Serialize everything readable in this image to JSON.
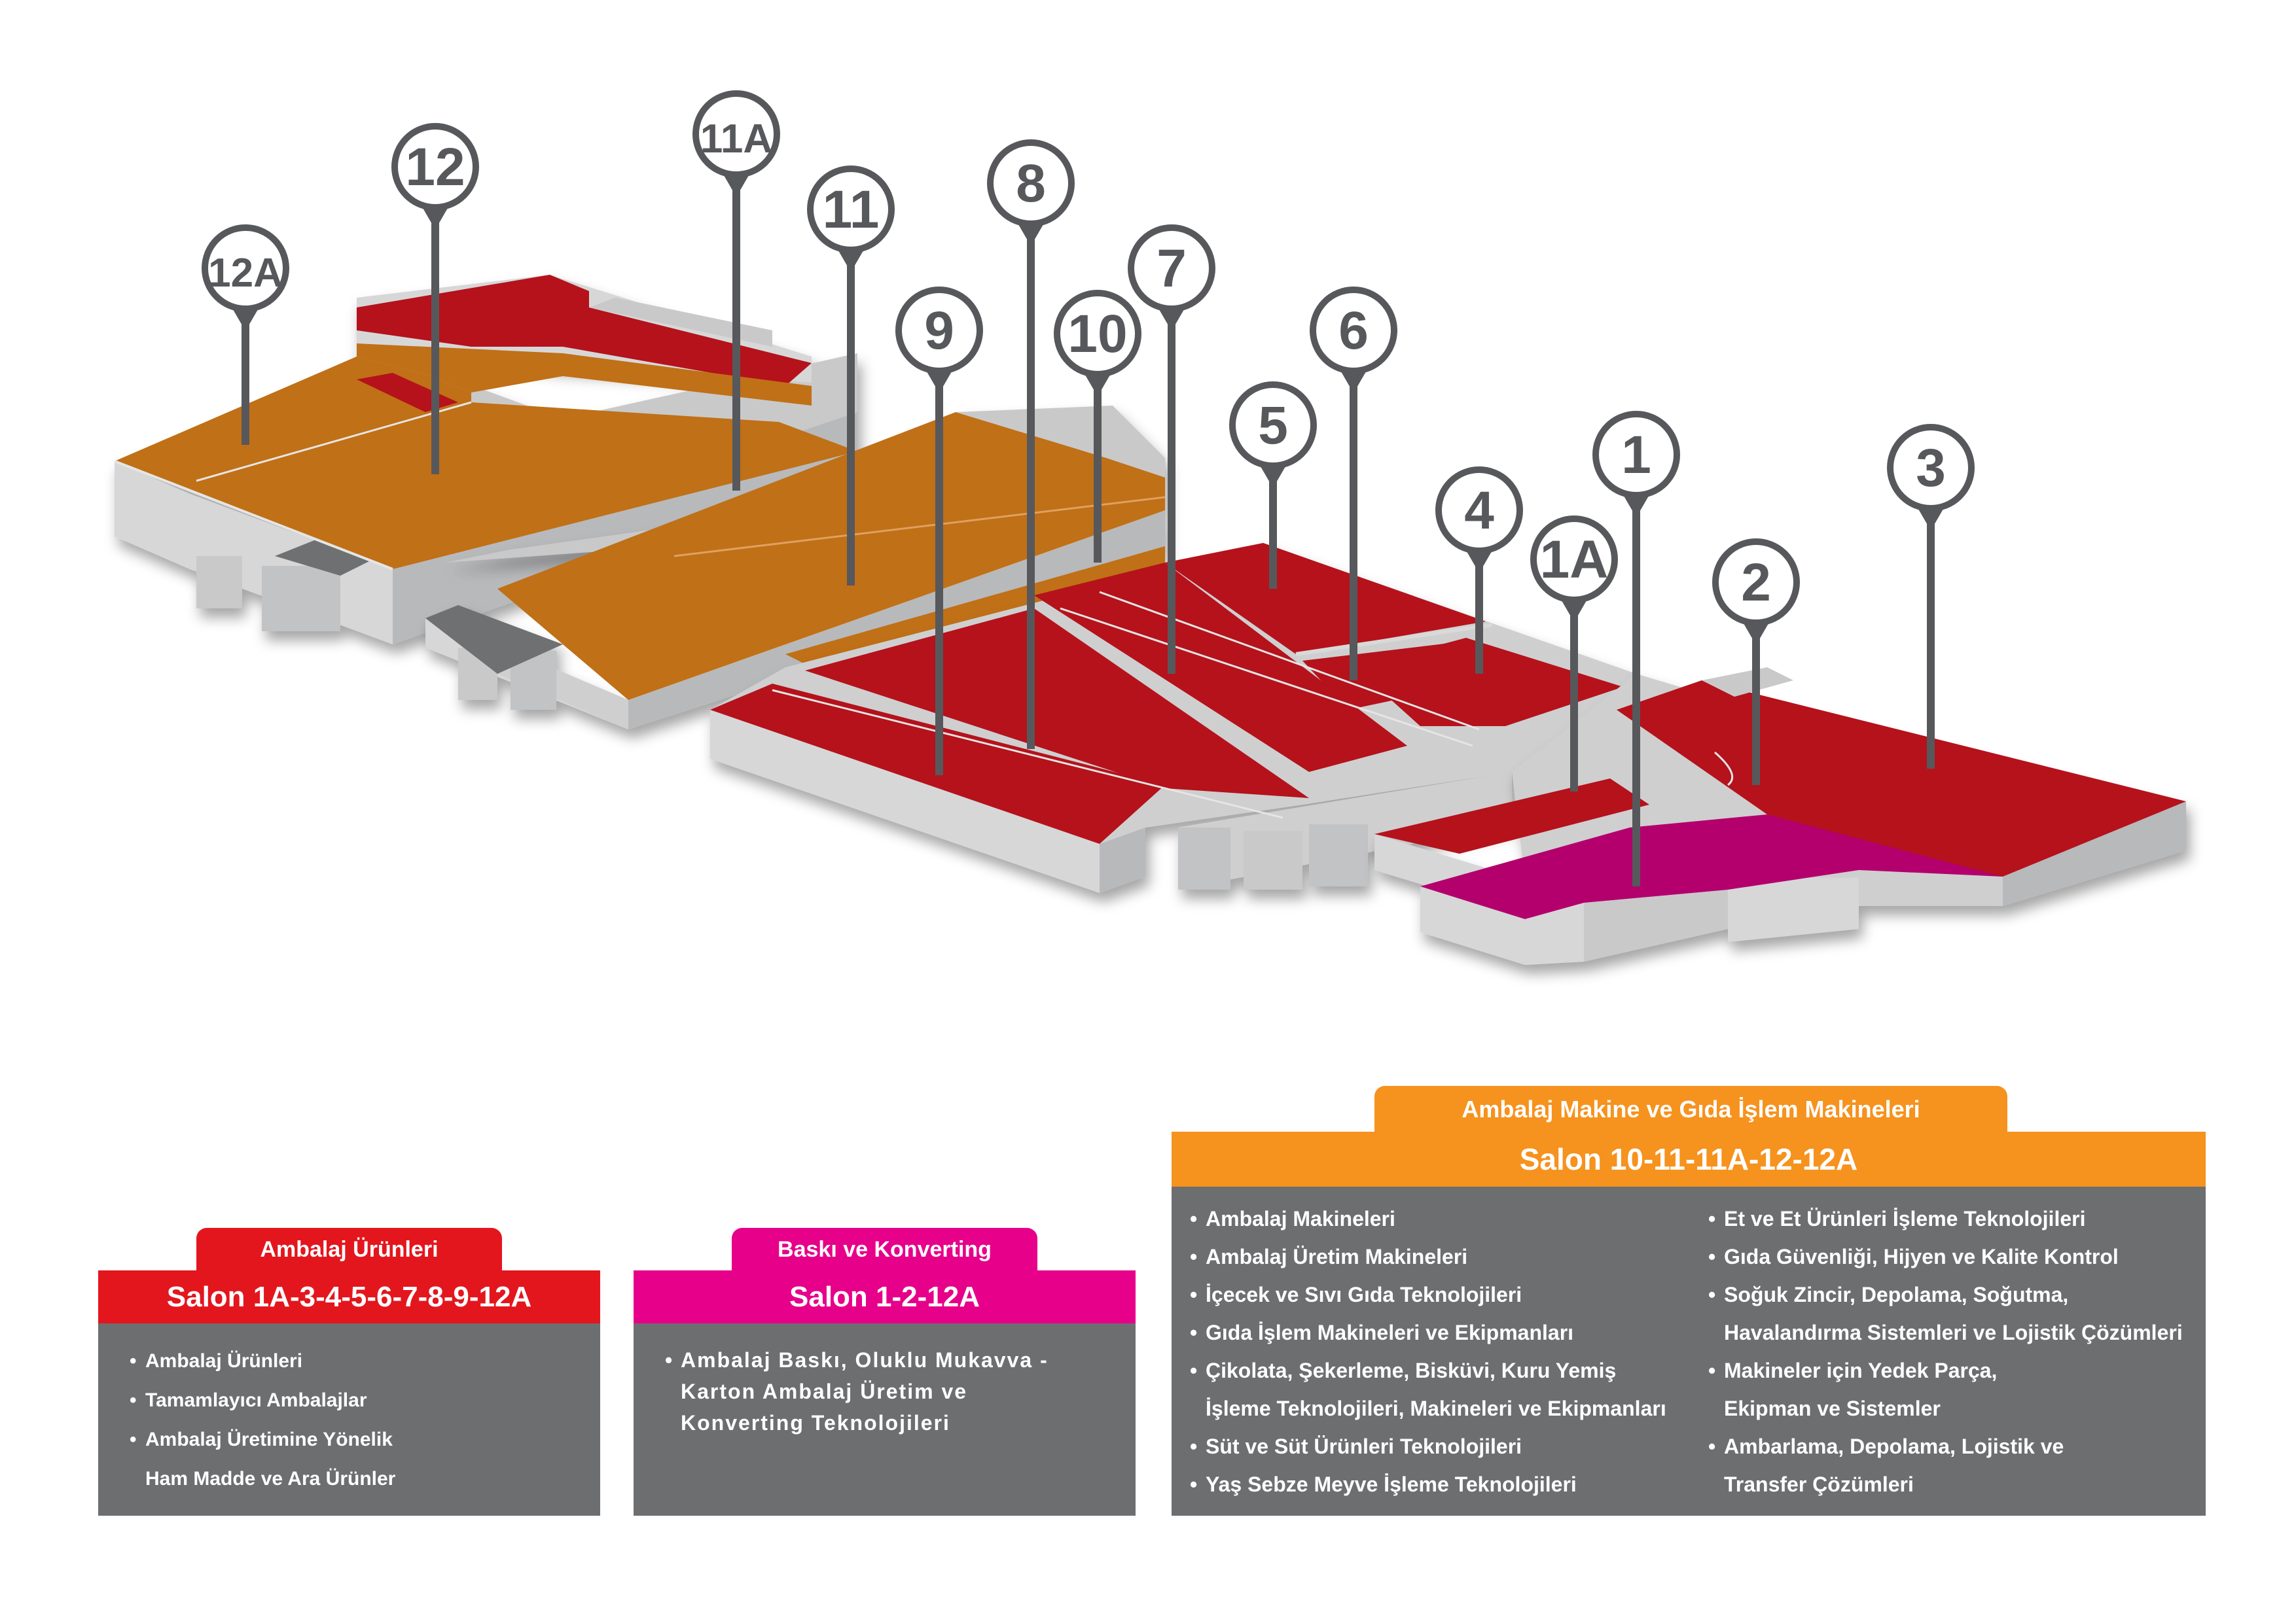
{
  "colors": {
    "ambalaj_urunleri": "#b5121b",
    "ambalaj_makine": "#c07017",
    "baski_konverting": "#b3006d",
    "wall_light": "#d3d3d4",
    "wall_dark": "#8a8b8d",
    "legend_box": "#6d6e70",
    "legend_red": "#e3161e",
    "legend_magenta": "#e6008a",
    "legend_orange": "#f6921e",
    "pin": "#57585b"
  },
  "hall_pins": [
    "12A",
    "12",
    "11A",
    "11",
    "8",
    "9",
    "10",
    "7",
    "6",
    "5",
    "4",
    "1A",
    "1",
    "2",
    "3"
  ],
  "legend": {
    "urunleri": {
      "tab": "Ambalaj Ürünleri",
      "title": "Salon 1A-3-4-5-6-7-8-9-12A",
      "items": [
        "Ambalaj Ürünleri",
        "Tamamlayıcı Ambalajlar",
        "Ambalaj Üretimine Yönelik\nHam Madde ve Ara Ürünler"
      ]
    },
    "baski": {
      "tab": "Baskı ve Konverting",
      "title": "Salon 1-2-12A",
      "items": [
        "Ambalaj Baskı, Oluklu Mukavva -\nKarton Ambalaj Üretim ve\nKonverting Teknolojileri"
      ]
    },
    "makine": {
      "tab": "Ambalaj Makine ve Gıda İşlem Makineleri",
      "title": "Salon 10-11-11A-12-12A",
      "items_left": [
        "Ambalaj Makineleri",
        "Ambalaj Üretim Makineleri",
        "İçecek ve Sıvı Gıda Teknolojileri",
        "Gıda İşlem Makineleri ve Ekipmanları",
        "Çikolata, Şekerleme, Bisküvi, Kuru Yemiş\nİşleme Teknolojileri, Makineleri ve Ekipmanları",
        "Süt ve Süt Ürünleri Teknolojileri",
        "Yaş Sebze Meyve İşleme Teknolojileri"
      ],
      "items_right": [
        "Et ve Et Ürünleri İşleme Teknolojileri",
        "Gıda Güvenliği, Hijyen ve Kalite Kontrol",
        "Soğuk Zincir, Depolama, Soğutma,\n Havalandırma Sistemleri ve Lojistik Çözümleri",
        "Makineler için Yedek Parça,\nEkipman ve Sistemler",
        "Ambarlama, Depolama, Lojistik ve\nTransfer Çözümleri"
      ]
    }
  }
}
